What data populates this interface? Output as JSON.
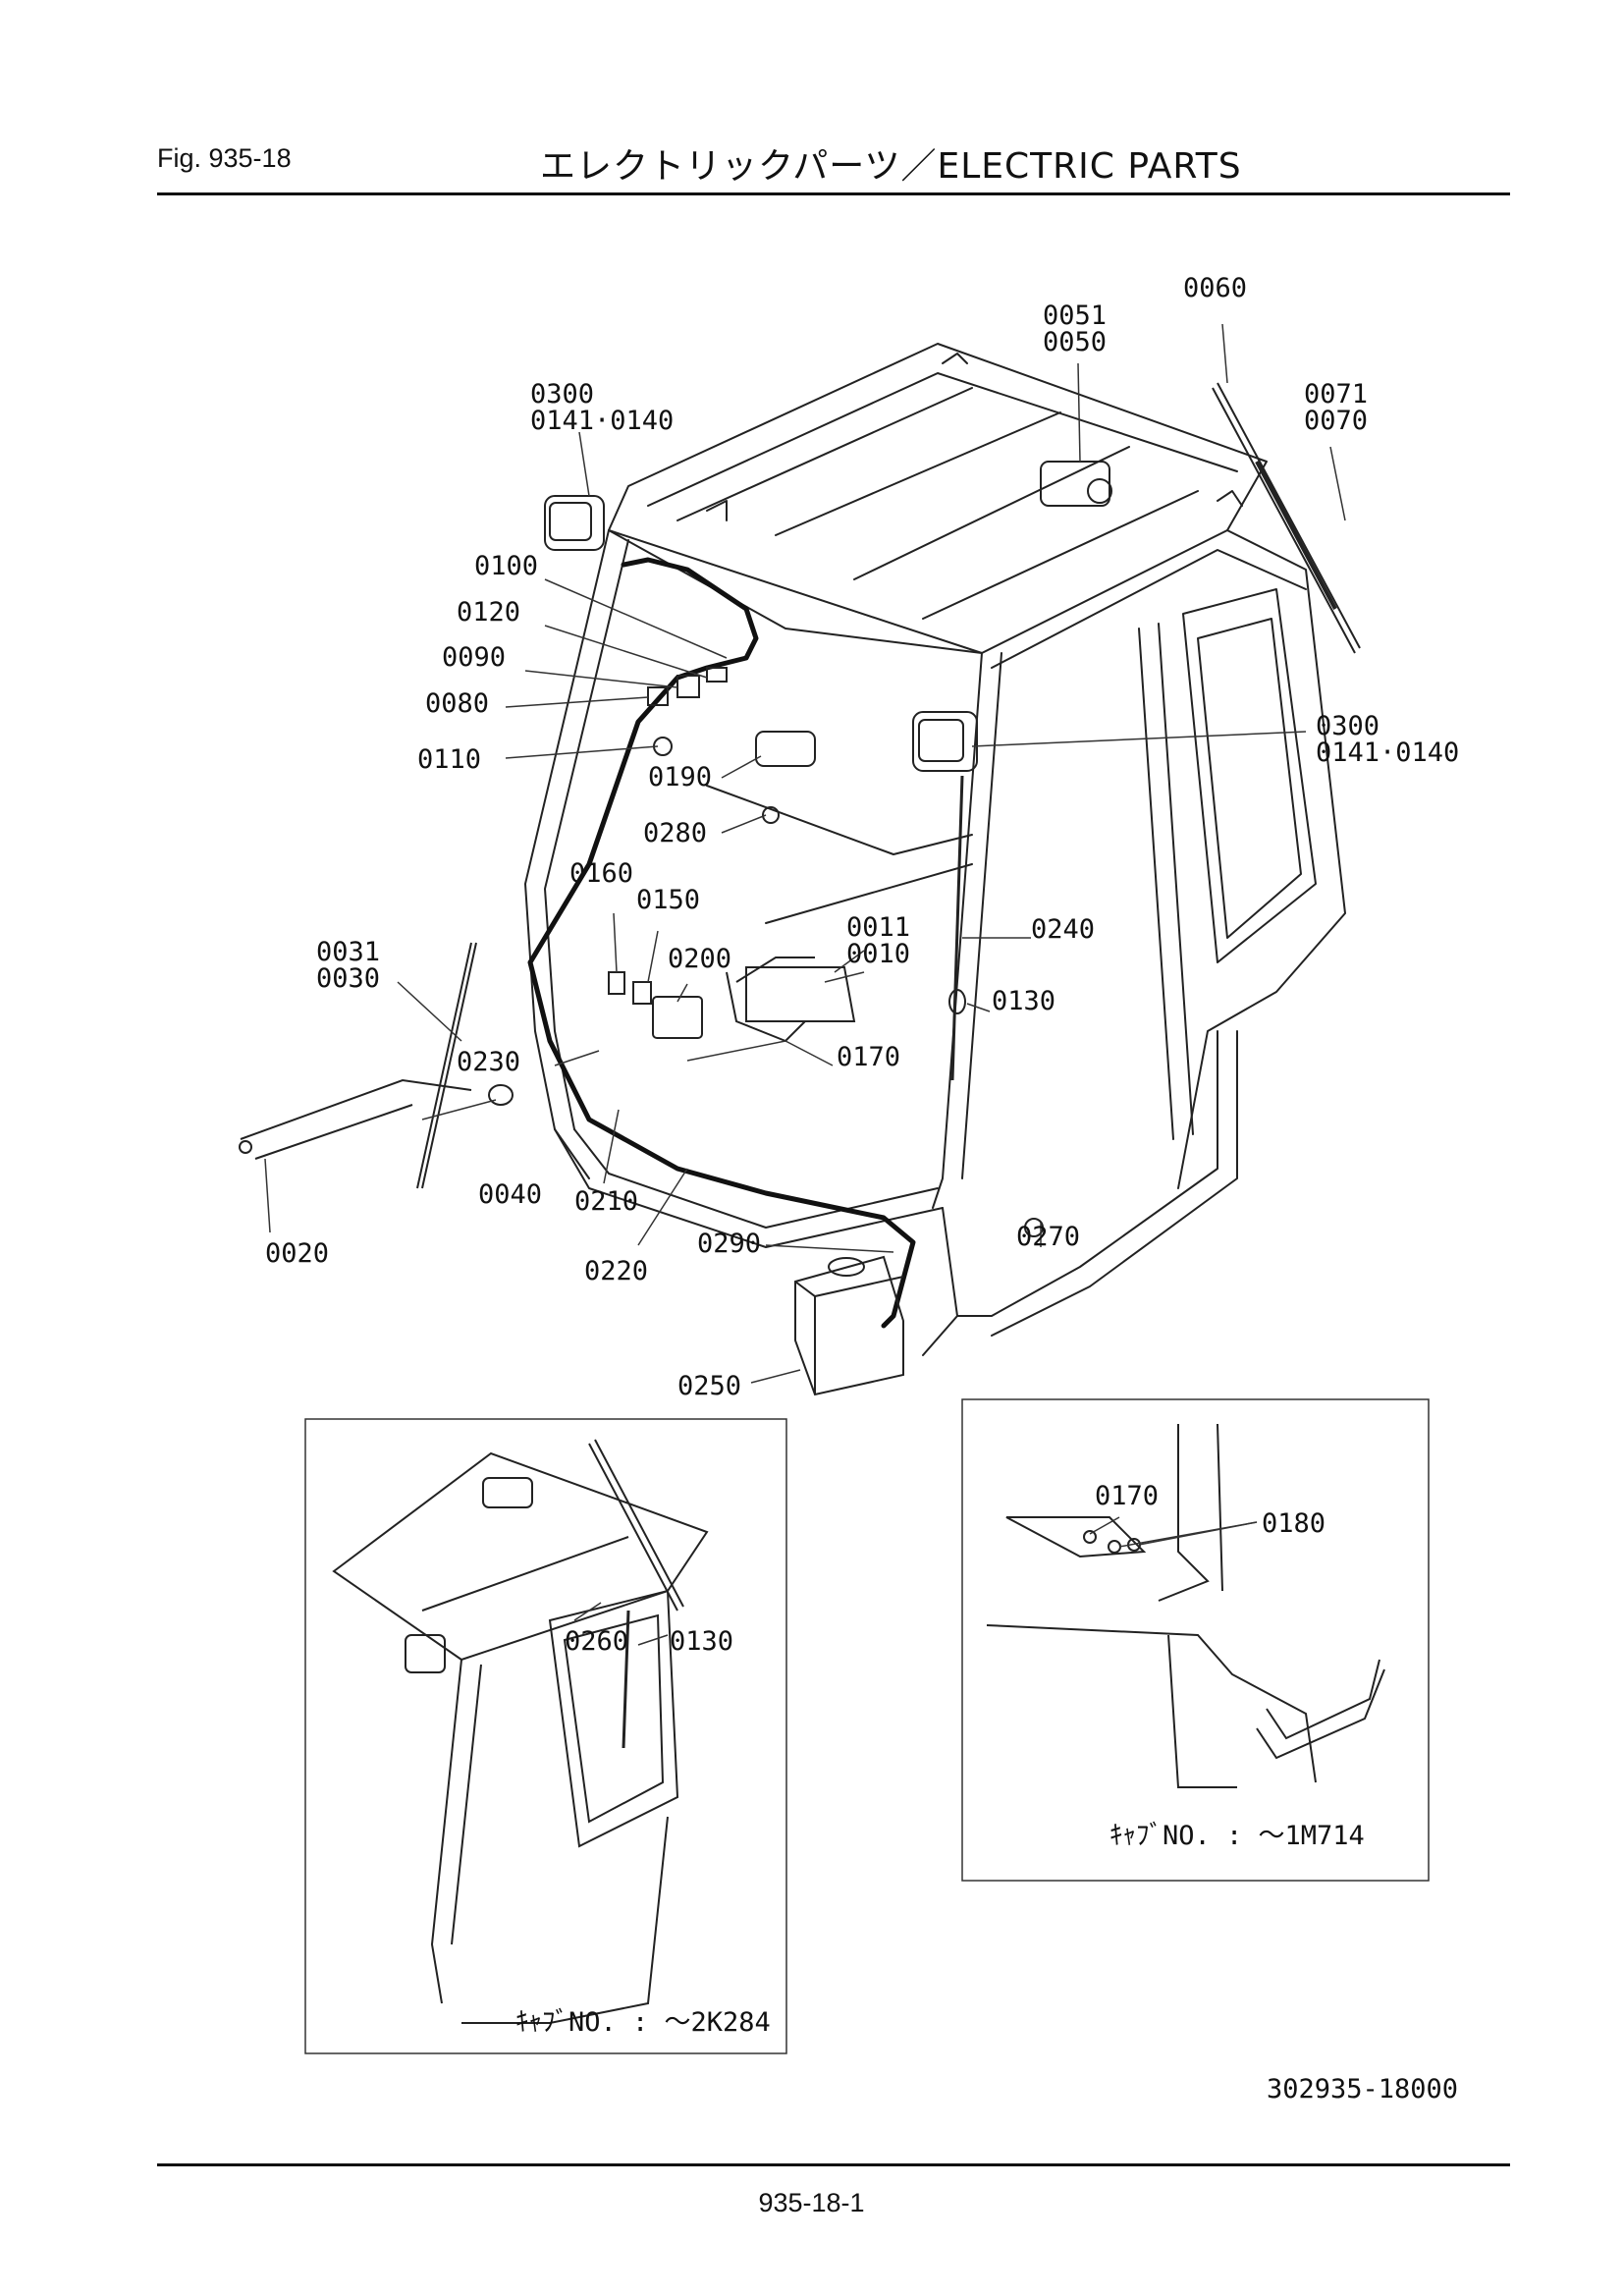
{
  "header": {
    "fig_label": "Fig.  935-18",
    "title": "エレクトリックパーツ／ELECTRIC  PARTS"
  },
  "callouts": {
    "c0060": "0060",
    "c0051": "0051",
    "c0050": "0050",
    "c0071": "0071",
    "c0070": "0070",
    "c0300a": "0300",
    "c0141a": "0141·0140",
    "c0100": "0100",
    "c0120": "0120",
    "c0090": "0090",
    "c0080": "0080",
    "c0110": "0110",
    "c0190": "0190",
    "c0280": "0280",
    "c0300b": "0300",
    "c0141b": "0141·0140",
    "c0160": "0160",
    "c0150": "0150",
    "c0011": "0011",
    "c0010": "0010",
    "c0240": "0240",
    "c0200": "0200",
    "c0031": "0031",
    "c0030": "0030",
    "c0130": "0130",
    "c0230": "0230",
    "c0170": "0170",
    "c0040": "0040",
    "c0210": "0210",
    "c0020": "0020",
    "c0220": "0220",
    "c0290": "0290",
    "c0270": "0270",
    "c0250": "0250"
  },
  "inset_left": {
    "c0260": "0260",
    "c0130": "0130",
    "cab_no": "ｷｬﾌﾞNO. : ～2K284"
  },
  "inset_right": {
    "c0170": "0170",
    "c0180": "0180",
    "cab_no": "ｷｬﾌﾞNO. : ～1M714"
  },
  "drawing_number": "302935-18000",
  "page_number": "935-18-1"
}
